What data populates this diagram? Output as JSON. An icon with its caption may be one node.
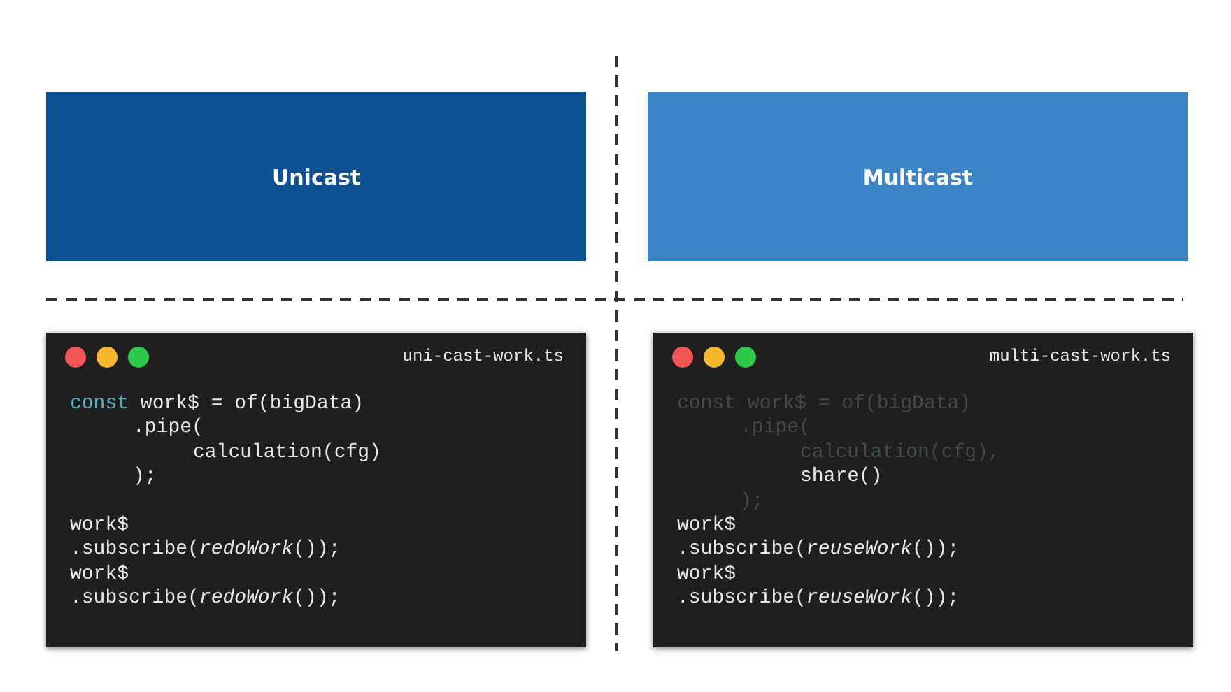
{
  "diagram": {
    "nodes": [
      {
        "text": [
          "Unicast"
        ]
      },
      {
        "text": [
          "Multicast"
        ]
      },
      {
        "text": [
          "uni-cast-work.ts",
          "**const** work$ = of(bigData)",
          ".pipe(",
          "calculation(cfg)",
          ");",
          "work$",
          ".subscribe(*redoWork*());",
          "work$",
          ".subscribe(*redoWork*());"
        ]
      },
      {
        "text": [
          "multi-cast-work.ts",
          "**const** work$ = of(bigData)",
          ".pipe(",
          "calculation(cfg),",
          "share()",
          ");",
          "work$",
          ".subscribe(*reuseWork*());",
          "work$",
          ".subscribe(*reuseWork*());"
        ]
      }
    ],
    "edges": []
  }
}
